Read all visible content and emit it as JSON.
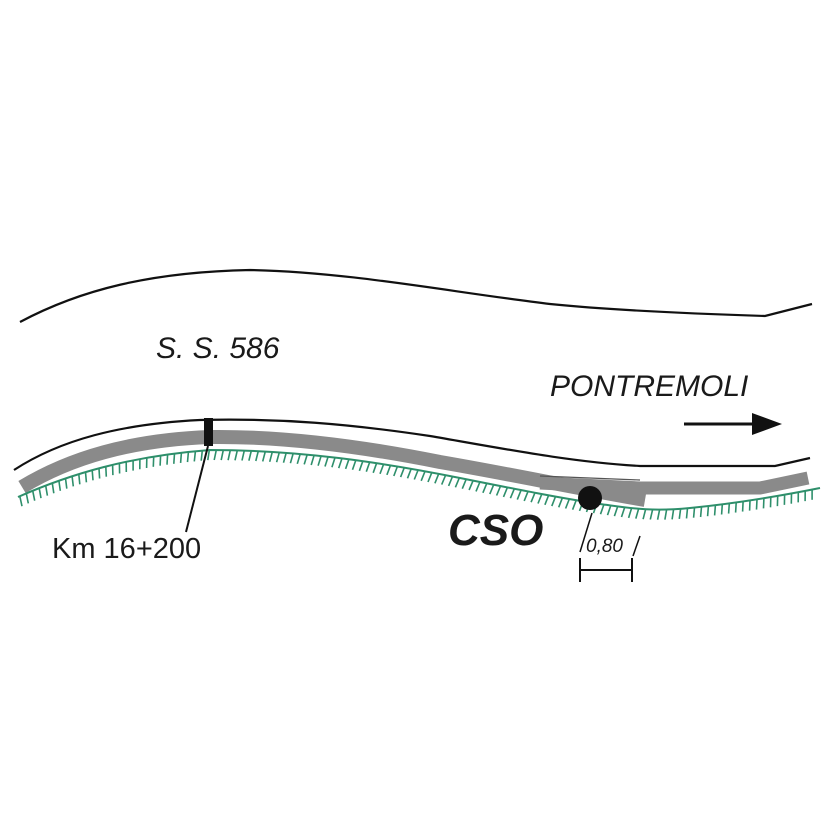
{
  "map": {
    "road_label": "S. S. 586",
    "direction_label": "PONTREMOLI",
    "chainage_label": "Km 16+200",
    "site_label": "CSO",
    "dimension_label": "0,80"
  },
  "colors": {
    "road_edge": "#111111",
    "kerb_gray": "#8a8a8a",
    "vegetation_green": "#2e8f6b",
    "site_marker": "#111111",
    "arrow": "#111111"
  },
  "icons": {
    "direction": "arrow-right-icon",
    "site": "site-marker-icon",
    "chainage": "chainage-tick-icon",
    "vegetation": "vegetation-edge-icon"
  }
}
